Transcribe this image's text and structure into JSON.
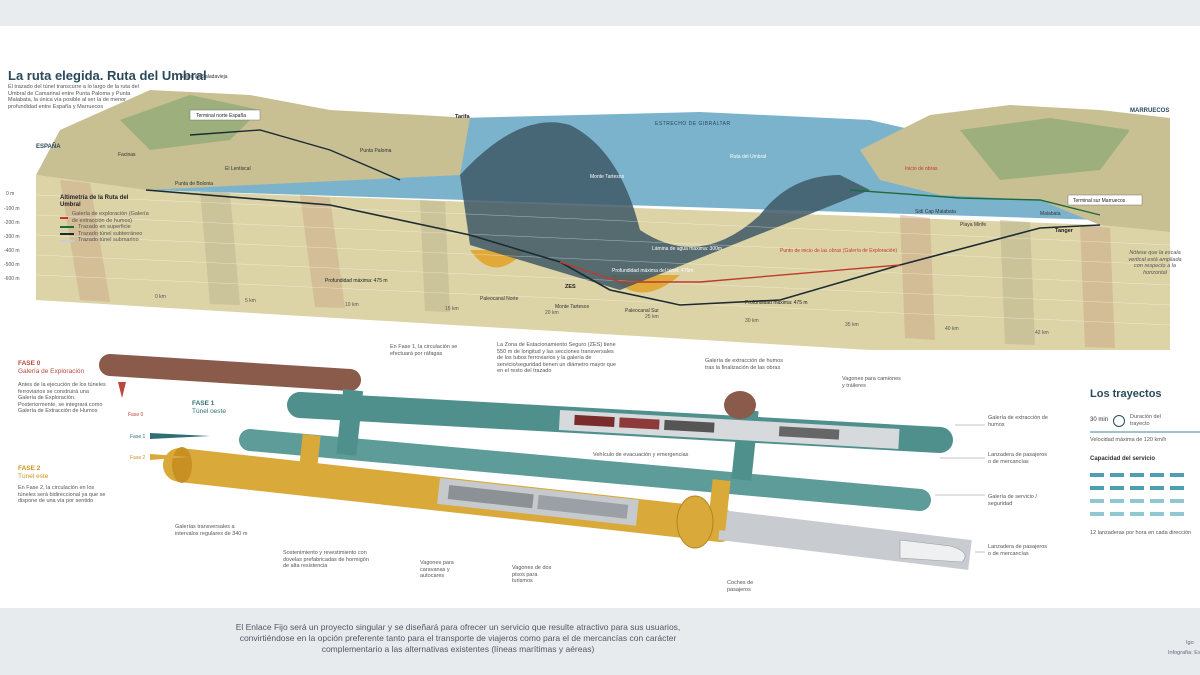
{
  "header": {
    "title": "La ruta elegida. Ruta del Umbral",
    "intro": "El trazado del túnel transcurre a lo largo de la ruta del Umbral de Camarinal entre Punta Paloma y Punta Malabata, la única vía posible al ser la de menor profundidad entre España y Marruecos"
  },
  "map": {
    "places": {
      "spain": "ESPAÑA",
      "morocco": "MARRUECOS",
      "sierra": "Sierra de Saladavieja",
      "tarifa": "Tarifa",
      "paloma": "Punta Paloma",
      "lentiscal": "El Lentiscal",
      "bolonia": "Punta de Bolonia",
      "facinas": "Facinas",
      "strait": "ESTRECHO DE GIBRALTAR",
      "monte": "Monte Tartesos",
      "ruta": "Ruta del Umbral",
      "tanger": "Tanger",
      "malabata": "Malabata",
      "cap": "Sidi Cap Malabata",
      "playa": "Playa Mirife",
      "inicio_obras": "Inicio de obras",
      "terminal_norte": "Terminal norte España",
      "terminal_sur": "Terminal sur Marruecos",
      "lamina": "Lámina de agua máxima: 300m",
      "prof_tunel": "Profundidad máxima del túnel: 475m",
      "punto_inicio": "Punto de inicio de las obras (Galería de Exploración)",
      "prof_max_a": "Profundidad máxima: 475 m",
      "prof_max_b": "Profundidad máxima: 475 m",
      "zes": "ZES",
      "monte_bottom": "Monte Tartesos",
      "paleocanal_n": "Paleocanal Norte",
      "paleocanal_s": "Paleocanal Sur",
      "nota": "Nótese que la escala vertical está ampliada con respecto a la horizontal"
    },
    "km": [
      "0 km",
      "5 km",
      "10 km",
      "15 km",
      "20 km",
      "25 km",
      "30 km",
      "35 km",
      "40 km",
      "42 km"
    ],
    "depths": [
      "0 m",
      "-100 m",
      "-200 m",
      "-300 m",
      "-400 m",
      "-500 m",
      "-600 m"
    ],
    "legend": {
      "title": "Altimetría de la Ruta del Umbral",
      "items": [
        {
          "label": "Galería de exploración (Galería de extracción de humos)",
          "color": "#c0392b"
        },
        {
          "label": "Trazado en superficie",
          "color": "#1d6b3a"
        },
        {
          "label": "Trazado túnel subterráneo",
          "color": "#1b2a33"
        },
        {
          "label": "Trazado túnel submarino",
          "color": "#ccc"
        }
      ]
    }
  },
  "phases": {
    "fase0_title": "FASE 0",
    "fase0_name": "Galería de Exploración",
    "fase0_desc": "Antes de la ejecución de los túneles ferroviarios se construirá una Galería de Exploración. Posteriormente, se integrará como Galería de Extracción de Humos",
    "fase1_title": "FASE 1",
    "fase1_name": "Túnel oeste",
    "fase1_note": "En Fase 1, la circulación se efectuará por ráfagas",
    "fase2_title": "FASE 2",
    "fase2_name": "Túnel este",
    "fase2_desc": "En Fase 2, la circulación en los túneles será bidireccional ya que se dispone de una vía por sentido",
    "arrow_f0": "Fase 0",
    "arrow_f1": "Fase 1",
    "arrow_f2": "Fase 2"
  },
  "tunnel_labels": {
    "zes_desc": "La Zona de Estacionamiento Seguro (ZES) tiene 550 m de longitud y las secciones transversales de los tubos ferroviarios y la galería de servicio/seguridad tienen un diámetro mayor que en el resto del trazado",
    "galeria_humos_note": "Galería de extracción de humos tras la finalización de las obras",
    "vagones_camiones": "Vagones para camiones y tráileres",
    "vehiculo": "Vehículo de evacuación y emergencias",
    "galerias_transversales": "Galerías transversales a intervalos regulares de 340 m",
    "sostenimiento": "Sostenimiento y revestimiento con dovelas prefabricadas de hormigón de alta resistencia",
    "vagones_caravanas": "Vagones para caravanas y autocares",
    "vagones_dos_pisos": "Vagones de dos pisos para turismos",
    "coches_pasajeros": "Coches de pasajeros",
    "right_galeria": "Galería de extracción de humos",
    "right_lanzadera1": "Lanzadera de pasajeros o de mercancías",
    "right_servicio": "Galería de servicio / seguridad",
    "right_lanzadera2": "Lanzadera de pasajeros o de mercancías"
  },
  "trayectos": {
    "title": "Los trayectos",
    "time": "30 min",
    "duration_label": "Duración del trayecto",
    "speed": "Velocidad máxima de 120 km/h",
    "capacity_title": "Capacidad del servicio",
    "shuttles": "12 lanzaderas por hora en cada dirección"
  },
  "footer": {
    "text": "El Enlace Fijo será un proyecto singular y se diseñará para ofrecer un servicio que resulte atractivo para sus usuarios, convirtiéndose en la opción preferente tanto para el transporte de viajeros como para el de mercancías con carácter complementario a las alternativas existentes (líneas marítimas y aéreas)",
    "credit1": "Igo",
    "credit2": "Infografía: Est"
  },
  "colors": {
    "sea": "#6fa8c2",
    "land": "#c9bf96",
    "strata": "#d8cfa3",
    "teal": "#4f8f8c",
    "gold": "#d9a93a",
    "brown": "#8a5a4a"
  }
}
